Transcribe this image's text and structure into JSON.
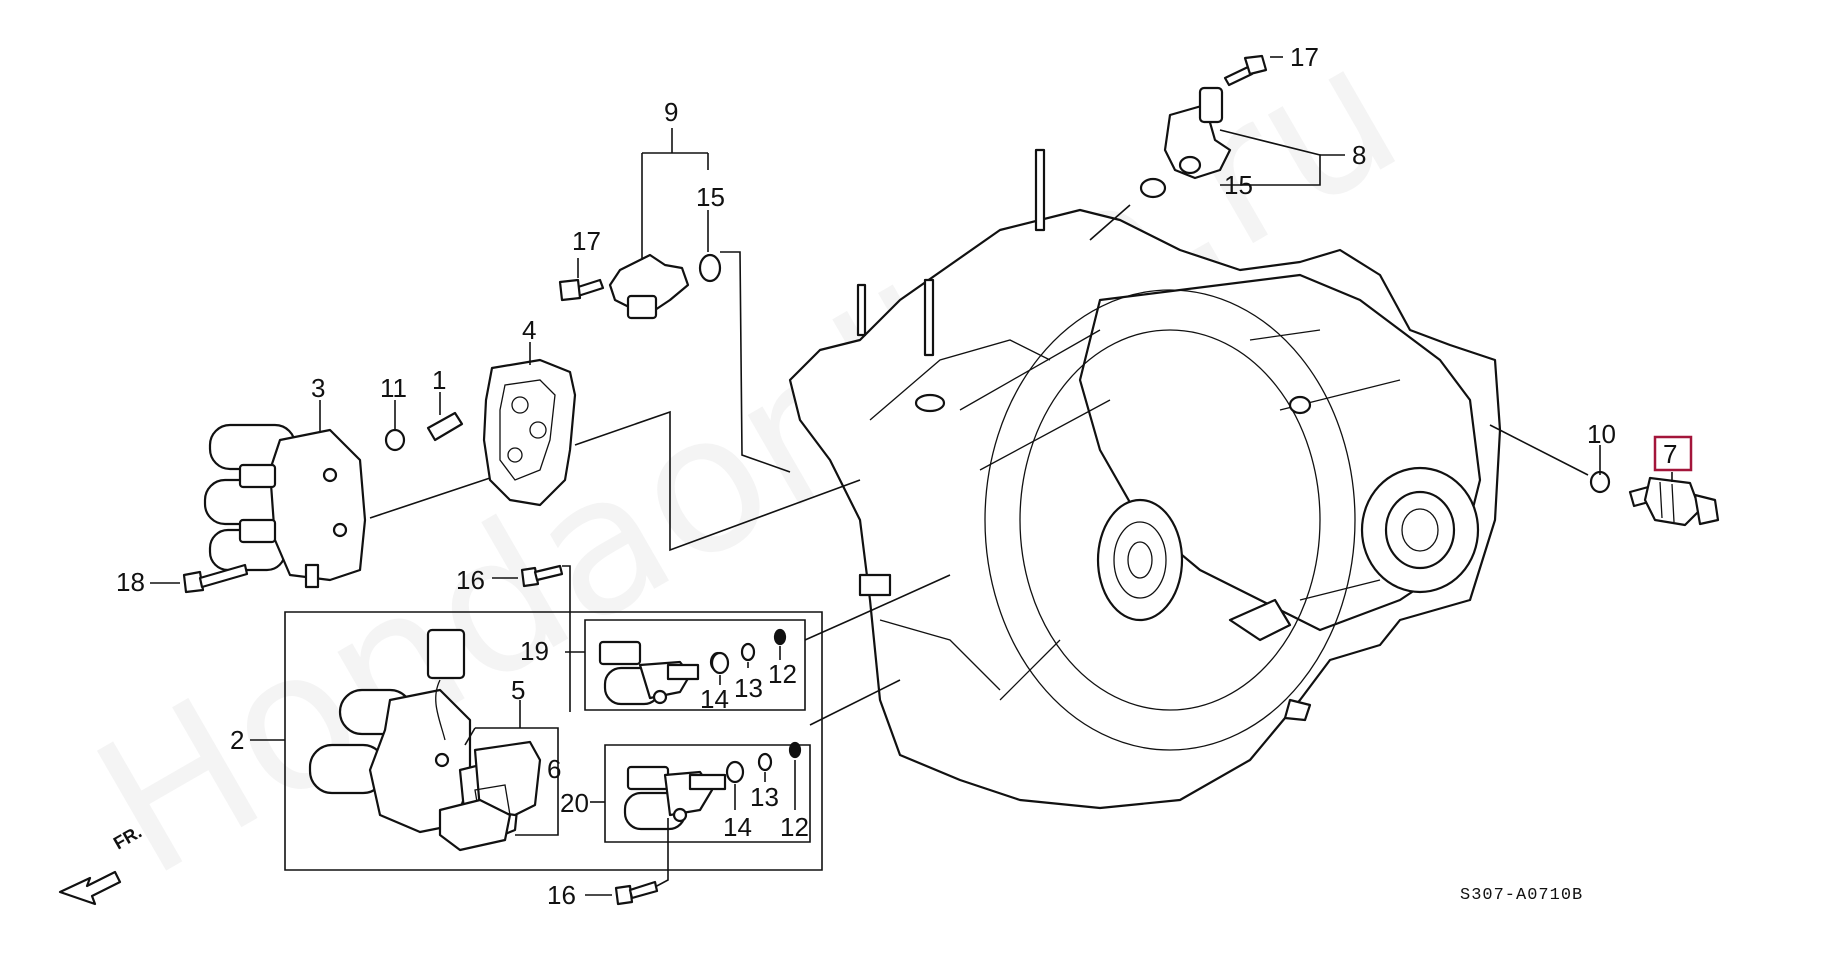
{
  "watermark": "Hondaonline.ru",
  "diagram_code": "S307-A0710B",
  "front_marker": "FR.",
  "highlight_color": "#a3153a",
  "callouts": {
    "c1": "1",
    "c2": "2",
    "c3": "3",
    "c4": "4",
    "c5": "5",
    "c6": "6",
    "c7": "7",
    "c8": "8",
    "c9": "9",
    "c10": "10",
    "c11": "11",
    "c12a": "12",
    "c12b": "12",
    "c13a": "13",
    "c13b": "13",
    "c14a": "14",
    "c14b": "14",
    "c15a": "15",
    "c15b": "15",
    "c16a": "16",
    "c16b": "16",
    "c17a": "17",
    "c17b": "17",
    "c18": "18",
    "c19": "19",
    "c20": "20"
  }
}
